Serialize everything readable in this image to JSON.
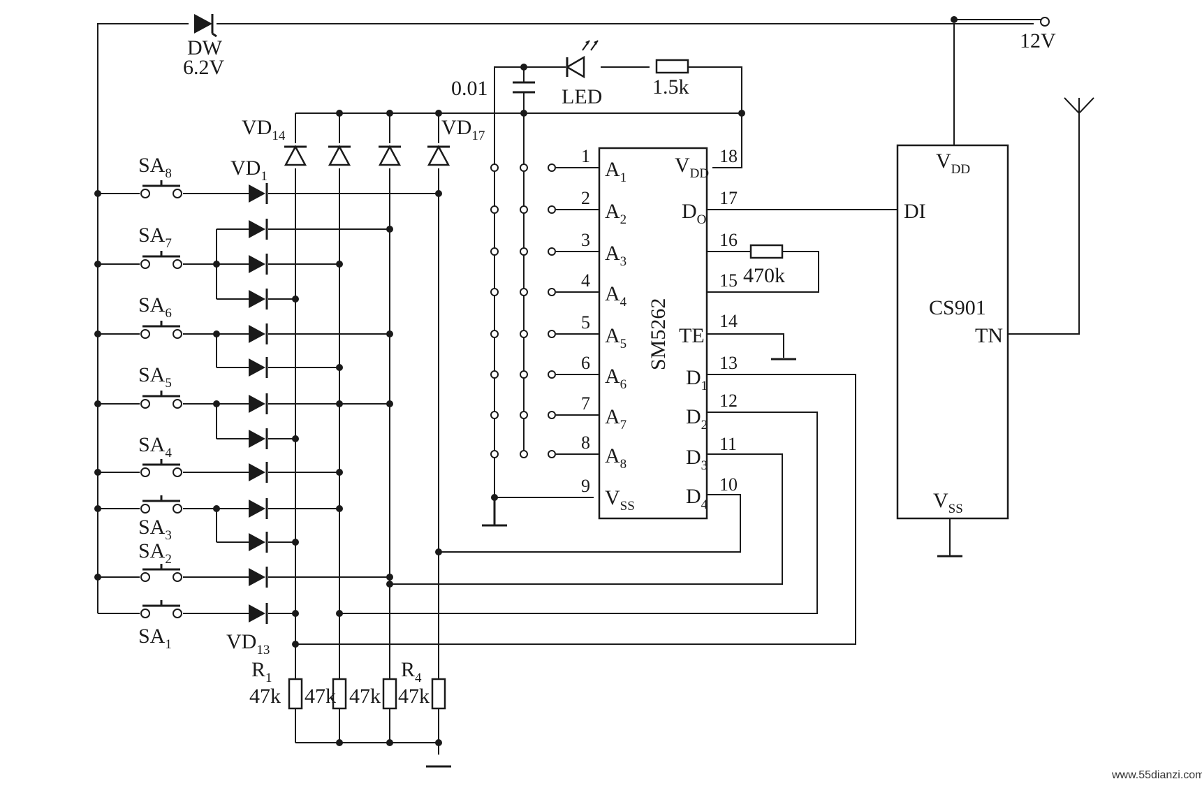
{
  "supply": "12V",
  "zener": {
    "name": "DW",
    "value": "6.2V"
  },
  "cap": "0.01",
  "led": "LED",
  "led_res": "1.5k",
  "pull_res": "470k",
  "switches": [
    {
      "base": "SA",
      "sub": "8"
    },
    {
      "base": "SA",
      "sub": "7"
    },
    {
      "base": "SA",
      "sub": "6"
    },
    {
      "base": "SA",
      "sub": "5"
    },
    {
      "base": "SA",
      "sub": "4"
    },
    {
      "base": "SA",
      "sub": "3"
    },
    {
      "base": "SA",
      "sub": "2"
    },
    {
      "base": "SA",
      "sub": "1"
    }
  ],
  "diode_labels": {
    "vd14": {
      "base": "VD",
      "sub": "14"
    },
    "vd17": {
      "base": "VD",
      "sub": "17"
    },
    "vd1": {
      "base": "VD",
      "sub": "1"
    },
    "vd13": {
      "base": "VD",
      "sub": "13"
    }
  },
  "resistors": {
    "r1": {
      "base": "R",
      "sub": "1"
    },
    "r4": {
      "base": "R",
      "sub": "4"
    },
    "values": [
      "47k",
      "47k",
      "47k",
      "47k"
    ]
  },
  "encoder": {
    "name": "SM5262",
    "left_pins": [
      {
        "num": "1",
        "base": "A",
        "sub": "1"
      },
      {
        "num": "2",
        "base": "A",
        "sub": "2"
      },
      {
        "num": "3",
        "base": "A",
        "sub": "3"
      },
      {
        "num": "4",
        "base": "A",
        "sub": "4"
      },
      {
        "num": "5",
        "base": "A",
        "sub": "5"
      },
      {
        "num": "6",
        "base": "A",
        "sub": "6"
      },
      {
        "num": "7",
        "base": "A",
        "sub": "7"
      },
      {
        "num": "8",
        "base": "A",
        "sub": "8"
      },
      {
        "num": "9",
        "base": "V",
        "sub": "SS"
      }
    ],
    "right_pins": [
      {
        "num": "18",
        "base": "V",
        "sub": "DD"
      },
      {
        "num": "17",
        "base": "D",
        "sub": "O"
      },
      {
        "num": "16",
        "base": "",
        "sub": ""
      },
      {
        "num": "15",
        "base": "",
        "sub": ""
      },
      {
        "num": "14",
        "base": "TE",
        "sub": ""
      },
      {
        "num": "13",
        "base": "D",
        "sub": "1"
      },
      {
        "num": "12",
        "base": "D",
        "sub": "2"
      },
      {
        "num": "11",
        "base": "D",
        "sub": "3"
      },
      {
        "num": "10",
        "base": "D",
        "sub": "4"
      }
    ]
  },
  "transmitter": {
    "name": "CS901",
    "vdd": {
      "base": "V",
      "sub": "DD"
    },
    "di": "DI",
    "tn": "TN",
    "vss": {
      "base": "V",
      "sub": "SS"
    }
  },
  "watermark": "www.55dianzi.com"
}
